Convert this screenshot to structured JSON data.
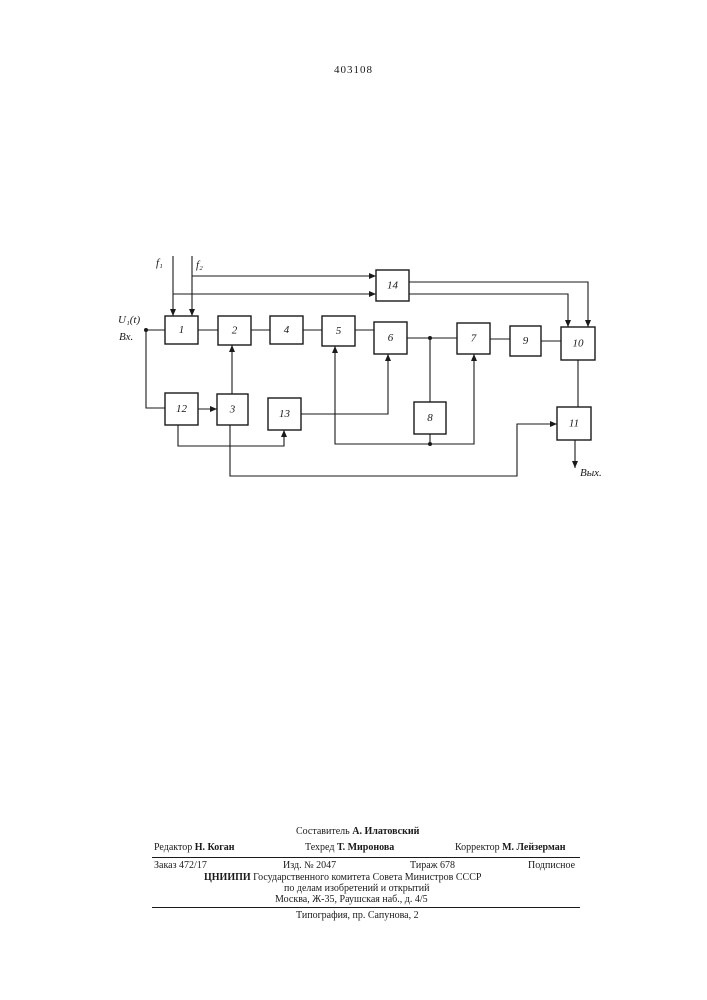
{
  "page_number": "403108",
  "diagram": {
    "blocks": [
      "1",
      "2",
      "3",
      "4",
      "5",
      "6",
      "7",
      "8",
      "9",
      "10",
      "11",
      "12",
      "13",
      "14"
    ],
    "input_f1": "f₁",
    "input_f2": "f₂",
    "input_u": "U₁(t)",
    "input_bx": "Вх.",
    "output_label": "Вых."
  },
  "credits": {
    "compiler_role": "Составитель",
    "compiler_name": "А. Илатовский",
    "editor_role": "Редактор",
    "editor_name": "Н. Коган",
    "tech_role": "Техред",
    "tech_name": "Т. Миронова",
    "corrector_role": "Корректор",
    "corrector_name": "М. Лейзерман"
  },
  "imprint": {
    "order": "Заказ 472/17",
    "edition": "Изд. № 2047",
    "run": "Тираж 678",
    "subscr": "Подписное",
    "org_name": "ЦНИИПИ",
    "org_line1": "Государственного комитета Совета Министров СССР",
    "org_line2": "по делам изобретений и открытий",
    "address": "Москва, Ж-35, Раушская наб., д. 4/5",
    "printer": "Типография, пр. Сапунова, 2"
  }
}
